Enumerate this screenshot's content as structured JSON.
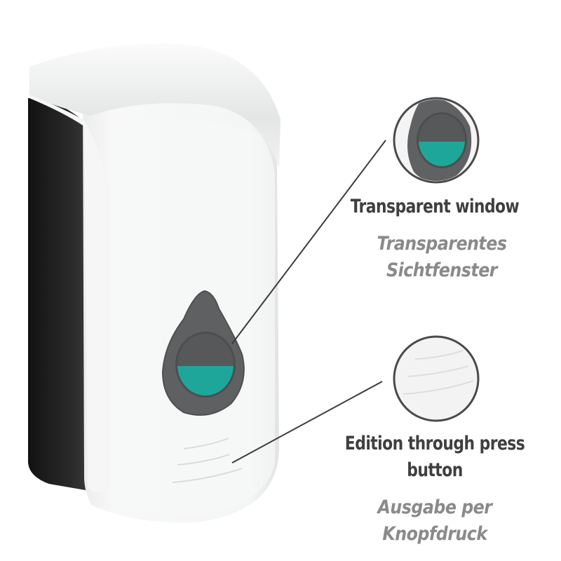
{
  "product": {
    "name": "soap-dispenser",
    "body_color": "#f3f4f4",
    "back_color": "#1e1e1e",
    "button_color": "#5f6061",
    "liquid_color": "#1fa69a"
  },
  "callouts": [
    {
      "id": "transparent-window",
      "title_en": "Transparent window",
      "title_de_line1": "Transparentes",
      "title_de_line2": "Sichtfenster"
    },
    {
      "id": "press-button",
      "title_en_line1": "Edition through press",
      "title_en_line2": "button",
      "title_de_line1": "Ausgabe per",
      "title_de_line2": "Knopfdruck"
    }
  ],
  "colors": {
    "english_text": "#3f3f3f",
    "german_text": "#8a8a8a",
    "leader_line": "#3c3c3c",
    "circle_border": "#4a4a4a"
  }
}
